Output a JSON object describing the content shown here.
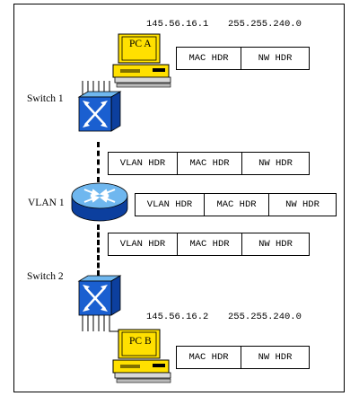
{
  "pc_a": {
    "label": "PC A",
    "ip": "145.56.16.1",
    "mask": "255.255.240.0",
    "headers": [
      "MAC HDR",
      "NW HDR"
    ]
  },
  "switch1": {
    "label": "Switch 1"
  },
  "vlan_router": {
    "label": "VLAN 1"
  },
  "switch2": {
    "label": "Switch 2"
  },
  "pc_b": {
    "label": "PC B",
    "ip": "145.56.16.2",
    "mask": "255.255.240.0",
    "headers": [
      "MAC HDR",
      "NW HDR"
    ]
  },
  "frame_upper": [
    "VLAN HDR",
    "MAC HDR",
    "NW HDR"
  ],
  "frame_router": [
    "VLAN HDR",
    "MAC HDR",
    "NW HDR"
  ],
  "frame_lower": [
    "VLAN HDR",
    "MAC HDR",
    "NW HDR"
  ],
  "colors": {
    "device_blue": "#1a5fd0",
    "device_light_blue": "#6fb7ef",
    "pc_yellow": "#ffe000",
    "line": "#000000"
  }
}
